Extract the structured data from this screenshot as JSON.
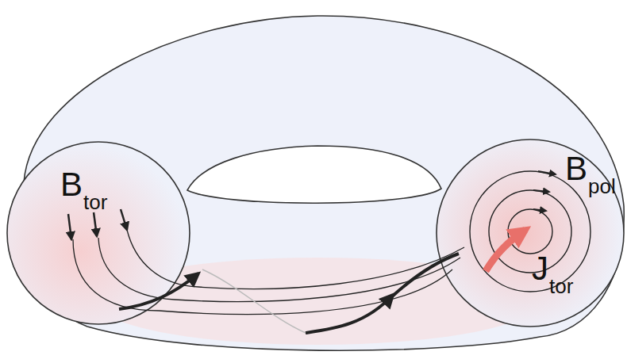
{
  "diagram": {
    "labels": [
      "B",
      "tor",
      "B",
      "pol",
      "J",
      "tor"
    ]
  }
}
